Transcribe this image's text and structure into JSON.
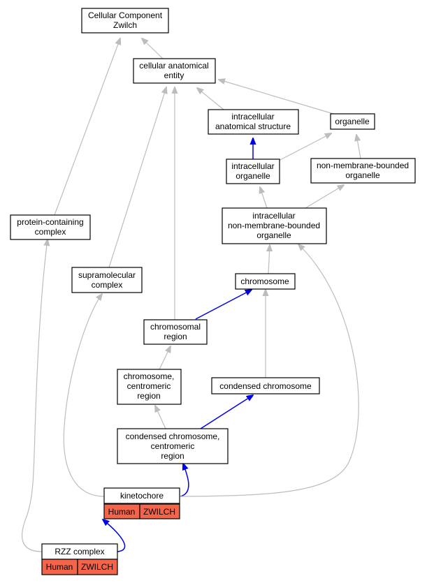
{
  "colors": {
    "gray_edge": "#bdbdbd",
    "blue_edge": "#0000ee",
    "gene_fill": "#f4644a"
  },
  "nodes": {
    "root": [
      "Cellular Component",
      "Zwilch"
    ],
    "cae": [
      "cellular anatomical",
      "entity"
    ],
    "ias": [
      "intracellular",
      "anatomical structure"
    ],
    "org": [
      "organelle"
    ],
    "io": [
      "intracellular",
      "organelle"
    ],
    "nmbo": [
      "non-membrane-bounded",
      "organelle"
    ],
    "inmbo": [
      "intracellular",
      "non-membrane-bounded",
      "organelle"
    ],
    "pcc": [
      "protein-containing",
      "complex"
    ],
    "smc": [
      "supramolecular",
      "complex"
    ],
    "chr": [
      "chromosome"
    ],
    "chrreg": [
      "chromosomal",
      "region"
    ],
    "ccr": [
      "chromosome,",
      "centromeric",
      "region"
    ],
    "cc": [
      "condensed chromosome"
    ],
    "cccr": [
      "condensed chromosome,",
      "centromeric",
      "region"
    ],
    "kin": [
      "kinetochore"
    ],
    "rzz": [
      "RZZ complex"
    ]
  },
  "gene_tags": {
    "kin": [
      "Human",
      "ZWILCH"
    ],
    "rzz": [
      "Human",
      "ZWILCH"
    ]
  }
}
